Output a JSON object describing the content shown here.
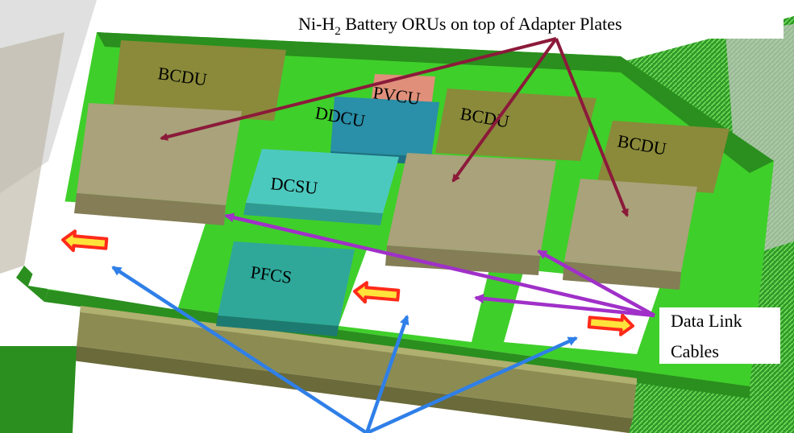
{
  "labels": {
    "batteries_prefix": "Ni-H",
    "batteries_sub": "2",
    "batteries_suffix": " Battery ORUs  on top of Adapter Plates",
    "bcdu": "BCDU",
    "pvcu": "PVCU",
    "ddcu": "DDCU",
    "dcsu": "DCSU",
    "pfcs": "PFCS",
    "data_link_line1": "Data Link",
    "data_link_line2": "Cables"
  },
  "colors": {
    "frame_green": "#3fcf2a",
    "frame_dark": "#2a8f1e",
    "olive": "#8a8a3a",
    "battery_tan": "#9b9468",
    "battery_top": "#a9a27a",
    "dcsu_cyan": "#4cc9bf",
    "ddcu_blue": "#2a8fa8",
    "pfcs_teal": "#2fa89a",
    "pvcu_pink": "#e0907a",
    "arrow_maroon": "#8b1a3a",
    "arrow_purple": "#a030c8",
    "arrow_blue": "#2f7fe8",
    "flow_arrow_red": "#ff2a1a",
    "flow_arrow_yellow": "#ffe23a"
  }
}
